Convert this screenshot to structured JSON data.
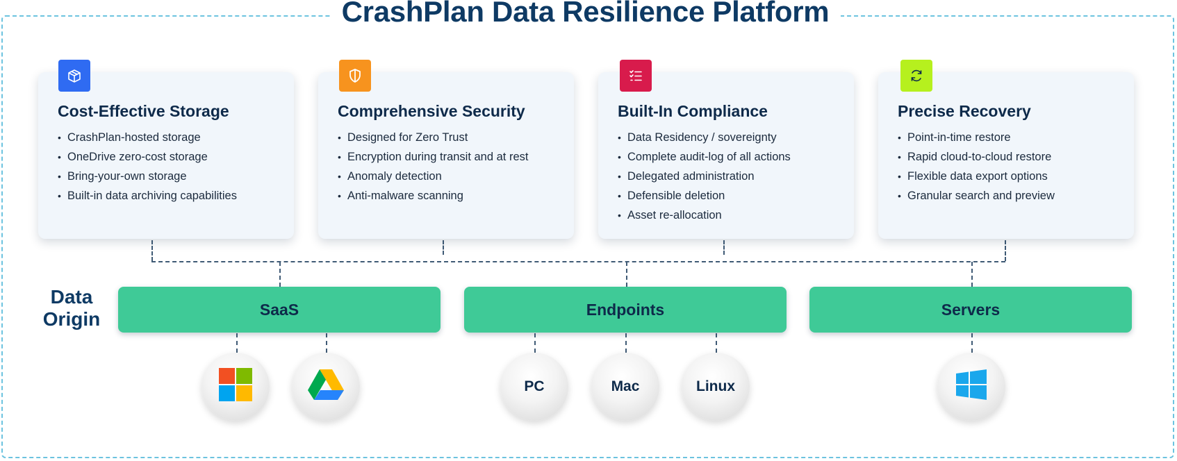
{
  "title": "CrashPlan Data Resilience Platform",
  "colors": {
    "frame_border": "#6cc3df",
    "card_bg": "#f1f6fb",
    "bar_green": "#3fca97",
    "title_navy": "#0e3a64"
  },
  "cards": [
    {
      "title": "Cost-Effective Storage",
      "icon": "box-icon",
      "icon_color": "#2f6bf2",
      "items": [
        "CrashPlan-hosted storage",
        "OneDrive zero-cost storage",
        "Bring-your-own storage",
        "Built-in data archiving capabilities"
      ]
    },
    {
      "title": "Comprehensive Security",
      "icon": "shield-icon",
      "icon_color": "#f7931e",
      "items": [
        "Designed for Zero Trust",
        "Encryption during transit and at rest",
        "Anomaly detection",
        "Anti-malware scanning"
      ]
    },
    {
      "title": "Built-In Compliance",
      "icon": "checklist-icon",
      "icon_color": "#d81b4c",
      "items": [
        "Data Residency / sovereignty",
        "Complete audit-log of all actions",
        "Delegated administration",
        "Defensible deletion",
        "Asset re-allocation"
      ]
    },
    {
      "title": "Precise Recovery",
      "icon": "refresh-icon",
      "icon_color": "#b6f01e",
      "items": [
        "Point-in-time restore",
        "Rapid cloud-to-cloud restore",
        "Flexible data export options",
        "Granular search and preview"
      ]
    }
  ],
  "origin": {
    "label_line1": "Data",
    "label_line2": "Origin",
    "bars": [
      {
        "label": "SaaS"
      },
      {
        "label": "Endpoints"
      },
      {
        "label": "Servers"
      }
    ],
    "sources": [
      {
        "group": "SaaS",
        "icon": "microsoft-logo-icon",
        "text": ""
      },
      {
        "group": "SaaS",
        "icon": "google-drive-logo-icon",
        "text": ""
      },
      {
        "group": "Endpoints",
        "icon": "",
        "text": "PC"
      },
      {
        "group": "Endpoints",
        "icon": "",
        "text": "Mac"
      },
      {
        "group": "Endpoints",
        "icon": "",
        "text": "Linux"
      },
      {
        "group": "Servers",
        "icon": "windows-logo-icon",
        "text": ""
      }
    ]
  }
}
